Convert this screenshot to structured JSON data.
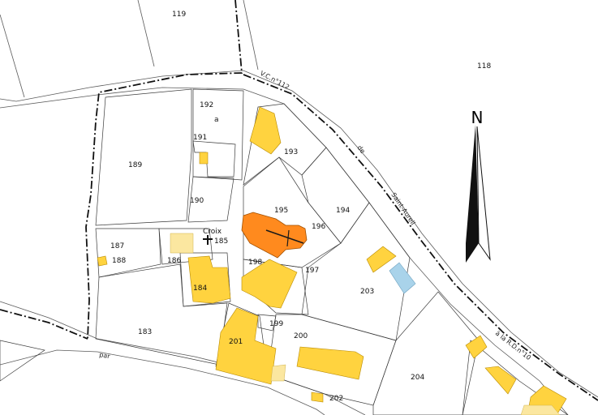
{
  "map": {
    "north_label": "N",
    "parcel_labels": {
      "p119": "119",
      "p118": "118",
      "p192": "192",
      "a": "a",
      "p191": "191",
      "p189": "189",
      "p193": "193",
      "p190": "190",
      "p195": "195",
      "p194": "194",
      "p196": "196",
      "p187": "187",
      "p188": "188",
      "p186": "186",
      "p185": "185",
      "p198": "198",
      "p197": "197",
      "p184": "184",
      "p203": "203",
      "p183": "183",
      "p199": "199",
      "p200": "200",
      "p201": "201",
      "p204": "204",
      "p202": "202"
    },
    "place_labels": {
      "croix": "Croix"
    },
    "road_labels": {
      "vc112": "V.C.n°112",
      "de": "de",
      "saint_aureil": "Saint-Aureil",
      "a_la_rd": "à la R.D.n°10",
      "par": "par"
    },
    "colors": {
      "building": "#ffd33f",
      "building_light": "#fbe7a0",
      "church": "#ff8a1e",
      "water": "#a9d3ea",
      "boundary": "#111111"
    }
  }
}
